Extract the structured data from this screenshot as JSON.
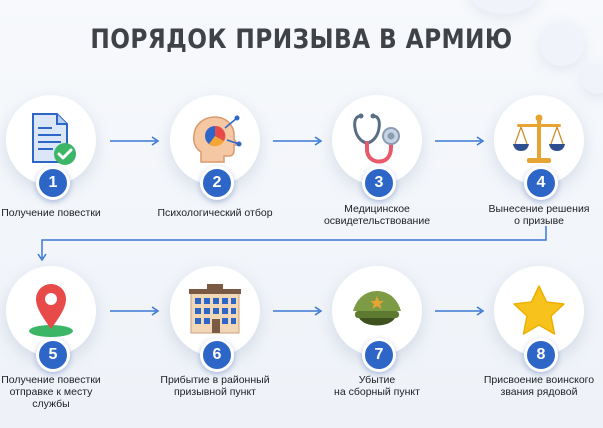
{
  "title": "ПОРЯДОК ПРИЗЫВА В АРМИЮ",
  "colors": {
    "accent": "#2e66c8",
    "arrow": "#3a78d4",
    "text": "#1d1f24",
    "title": "#3f4247"
  },
  "steps": [
    {
      "number": "1",
      "label": "Получение повестки",
      "icon": "document-check-icon"
    },
    {
      "number": "2",
      "label": "Психологический отбор",
      "icon": "head-chart-icon"
    },
    {
      "number": "3",
      "label": "Медицинское\nосвидетельствование",
      "icon": "stethoscope-icon"
    },
    {
      "number": "4",
      "label": "Вынесение решения\nо призыве",
      "icon": "scales-icon"
    },
    {
      "number": "5",
      "label": "Получение повестки\nотправке к месту службы",
      "icon": "map-pin-icon"
    },
    {
      "number": "6",
      "label": "Прибытие в районный\nпризывной пункт",
      "icon": "building-icon"
    },
    {
      "number": "7",
      "label": "Убытие\nна сборный пункт",
      "icon": "military-cap-icon"
    },
    {
      "number": "8",
      "label": "Присвоение воинского\nзвания рядовой",
      "icon": "star-icon"
    }
  ]
}
